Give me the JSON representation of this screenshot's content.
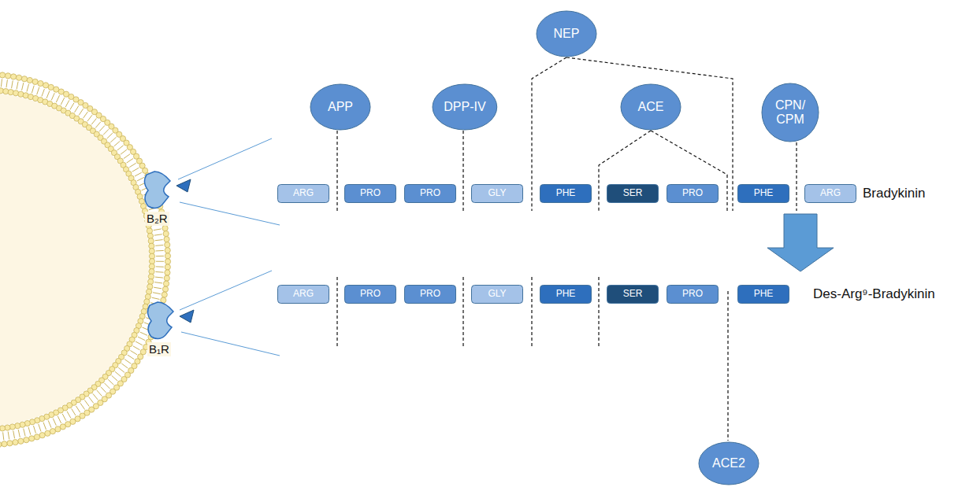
{
  "diagram": {
    "nodes": [
      {
        "text": [
          "NEP"
        ]
      },
      {
        "text": [
          "APP"
        ]
      },
      {
        "text": [
          "DPP-IV"
        ]
      },
      {
        "text": [
          "ACE"
        ]
      },
      {
        "text": [
          "CPN/ CPM"
        ]
      },
      {
        "text": [
          "ARG"
        ]
      },
      {
        "text": [
          "PRO"
        ]
      },
      {
        "text": [
          "PRO"
        ]
      },
      {
        "text": [
          "GLY"
        ]
      },
      {
        "text": [
          "PHE"
        ]
      },
      {
        "text": [
          "SER"
        ]
      },
      {
        "text": [
          "PRO"
        ]
      },
      {
        "text": [
          "PHE"
        ]
      },
      {
        "text": [
          "ARG"
        ]
      },
      {
        "text": [
          "ARG"
        ]
      },
      {
        "text": [
          "PRO"
        ]
      },
      {
        "text": [
          "PRO"
        ]
      },
      {
        "text": [
          "GLY"
        ]
      },
      {
        "text": [
          "PHE"
        ]
      },
      {
        "text": [
          "SER"
        ]
      },
      {
        "text": [
          "PRO"
        ]
      },
      {
        "text": [
          "PHE"
        ]
      },
      {
        "text": [
          "ACE2"
        ]
      }
    ],
    "labels": [
      "Bradykinin",
      "Des-Arg⁹-Bradykinin",
      "B₂R",
      "B₁R"
    ]
  }
}
